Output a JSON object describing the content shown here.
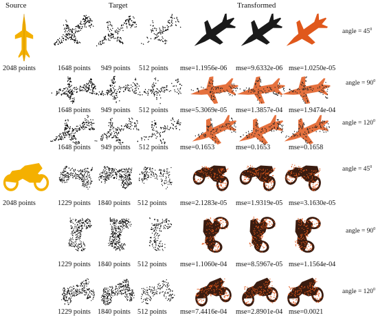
{
  "headers": {
    "source": "Source",
    "target": "Target",
    "transformed": "Transformed"
  },
  "colors": {
    "source": "#f4b000",
    "target": "#000000",
    "transformed_dark": "#1a1a1a",
    "transformed_orange": "#e0581c"
  },
  "groups": [
    {
      "object": "airplane",
      "source_label": "2048 points",
      "rows": [
        {
          "angle": "angle = 45",
          "deg": "0",
          "targets": [
            "1648 points",
            "949 points",
            "512 points"
          ],
          "mse": [
            "mse=1.1956e-06",
            "mse=9.6332e-06",
            "mse=1.0250e-05"
          ]
        },
        {
          "angle": "angle = 90",
          "deg": "0",
          "targets": [
            "1648 points",
            "949 points",
            "512 points"
          ],
          "mse": [
            "mse=5.3069e-05",
            "mse=1.3857e-04",
            "mse=1.9474e-04"
          ]
        },
        {
          "angle": "angle = 120",
          "deg": "0",
          "targets": [
            "1648 points",
            "949 points",
            "512 points"
          ],
          "mse": [
            "mse=0.1653",
            "mse=0.1653",
            "mse=0.1658"
          ]
        }
      ]
    },
    {
      "object": "motorcycle",
      "source_label": "2048 points",
      "rows": [
        {
          "angle": "angle = 45",
          "deg": "0",
          "targets": [
            "1229 points",
            "1840 points",
            "512 points"
          ],
          "mse": [
            "mse=2.1283e-05",
            "mse=1.9319e-05",
            "mse=3.1630e-05"
          ]
        },
        {
          "angle": "angle = 90",
          "deg": "0",
          "targets": [
            "1229 points",
            "1840 points",
            "512 points"
          ],
          "mse": [
            "mse=1.1060e-04",
            "mse=8.5967e-05",
            "mse=1.1564e-04"
          ]
        },
        {
          "angle": "angle = 120",
          "deg": "0",
          "targets": [
            "1229 points",
            "1840 points",
            "512 points"
          ],
          "mse": [
            "mse=7.4416e-04",
            "mse=2.8901e-04",
            "mse=0.0021"
          ]
        }
      ]
    }
  ]
}
